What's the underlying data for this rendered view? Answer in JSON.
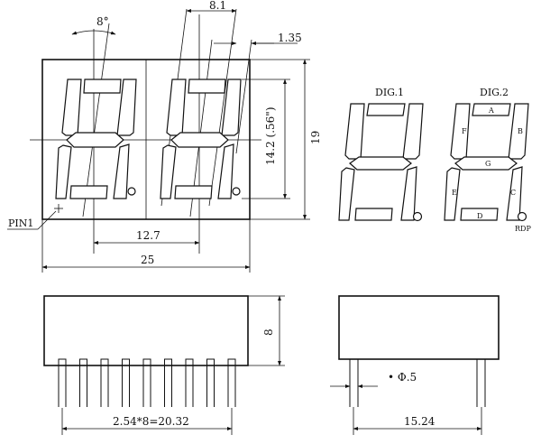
{
  "front_view": {
    "angle_label": "8°",
    "tilt_offset_label": "8.1",
    "segment_offset_label": "1.35",
    "digit_height_label": "14.2 (.56\")",
    "body_height_label": "19",
    "digit_pitch_label": "12.7",
    "body_width_label": "25",
    "pin1_label": "PIN1"
  },
  "segment_diagram": {
    "digit1_label": "DIG.1",
    "digit2_label": "DIG.2",
    "segments": {
      "a": "A",
      "b": "B",
      "c": "C",
      "d": "D",
      "e": "E",
      "f": "F",
      "g": "G"
    },
    "dp_label": "RDP"
  },
  "side_view": {
    "height_label": "8",
    "pin_pitch_label": "2.54*8=20.32"
  },
  "end_view": {
    "pin_diameter_label": "• Φ.5",
    "row_spacing_label": "15.24"
  }
}
